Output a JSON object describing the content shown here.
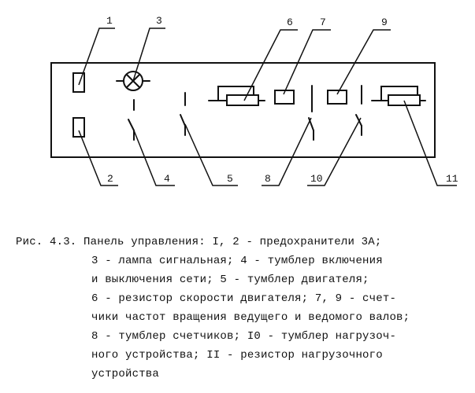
{
  "diagram": {
    "callouts": [
      {
        "id": "1",
        "label": "1"
      },
      {
        "id": "2",
        "label": "2"
      },
      {
        "id": "3",
        "label": "3"
      },
      {
        "id": "4",
        "label": "4"
      },
      {
        "id": "5",
        "label": "5"
      },
      {
        "id": "6",
        "label": "6"
      },
      {
        "id": "7",
        "label": "7"
      },
      {
        "id": "8",
        "label": "8"
      },
      {
        "id": "9",
        "label": "9"
      },
      {
        "id": "10",
        "label": "10"
      },
      {
        "id": "11",
        "label": "11"
      }
    ]
  },
  "caption": {
    "prefix": "Рис. 4.3.",
    "lines": [
      "Панель управления: I, 2 - предохранители 3А;",
      "3 - лампа сигнальная; 4 - тумблер включения",
      "и выключения сети; 5 - тумблер двигателя;",
      "6 - резистор скорости двигателя; 7, 9 - счет-",
      "чики частот вращения ведущего и ведомого валов;",
      "8 - тумблер счетчиков; I0 - тумблер нагрузоч-",
      "ного устройства; II - резистор нагрузочного",
      "устройства"
    ]
  }
}
